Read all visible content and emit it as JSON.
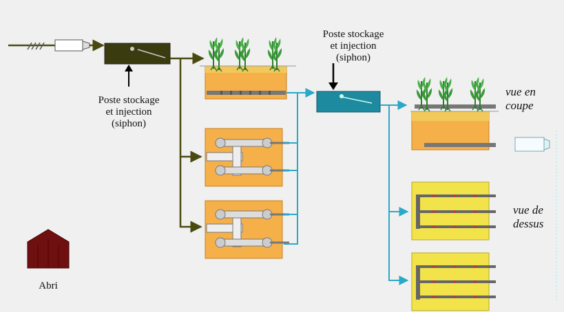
{
  "labels": {
    "station_1": [
      "Poste stockage",
      "et injection",
      "(siphon)"
    ],
    "station_2": [
      "Poste stockage",
      "et injection",
      "(siphon)"
    ],
    "section_view": [
      "vue en",
      "coupe"
    ],
    "top_view": [
      "vue de",
      "dessus"
    ],
    "shelter": "Abri"
  },
  "colors": {
    "primary_pipe": "#4a4a10",
    "secondary_pipe": "#2aa8c8",
    "filter_fill": "#f5b04a",
    "filter_sand": "#f2c85a",
    "top_view_fill": "#f3e34a",
    "tank_dark": "#3b3b10",
    "tank_blue": "#1e8aa0",
    "shelter": "#6e1010",
    "plant": "#3a9a3a"
  },
  "icons": [
    "arrow-down-icon",
    "plant-icon",
    "shelter-icon",
    "pipe-outlet-icon"
  ]
}
